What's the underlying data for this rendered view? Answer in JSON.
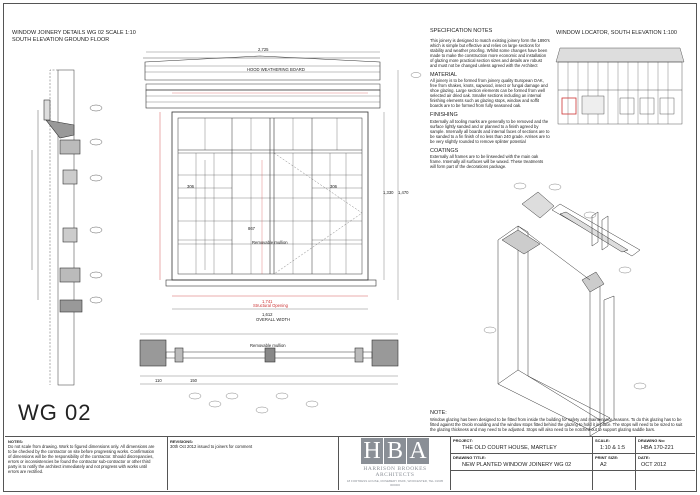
{
  "title_block_top": {
    "line1": "WINDOW JOINERY DETAILS WG 02  SCALE 1:10",
    "line2": "SOUTH ELEVATION GROUND FLOOR"
  },
  "locator_title": "WINDOW LOCATOR, SOUTH ELEVATION 1:100",
  "drawing_code": "WG 02",
  "spec": {
    "heading": "SPECIFICATION NOTES",
    "intro": "This joinery is designed to match existing joinery form the 1890's which is simple but effective and relies on large sections for stability and weather proofing. Whilst some changes have been made to make the construction more economic and installation of glazing more practical section sizes and details are robust and must not be changed unless agreed with the Architect",
    "material_h": "MATERIAL",
    "material": "All joinery is to be formed from joinery quality European OAK, free from shakes, knots, sapwood, insect or fungal damage and shoe glazing. Large section elements can be formed from well selected air dried oak. Smaller sections including an internal finishing elements such as glazing stops, window and soffit boards are to be formed from fully seasoned oak.",
    "finishing_h": "FINISHING",
    "finishing": "Externally all tooling marks are generally to be removed and the surface lightly sanded and or planned to a finish agreed by sample. Internally all boards and internal faces of sections are to be sanded to a fin finish of no less than 240 grade. Arrises are to be very slightly rounded to remove splinter potential",
    "coatings_h": "COATINGS",
    "coatings": "Externally all frames are to be linseeded with the main oak frame. Internally all surfaces will be waxed. These treatments will form part of the decorations package."
  },
  "note": {
    "heading": "NOTE:",
    "text": "Window glazing has been designed to be fitted from inside the building for safety and maintenance reasons. To do this glazing has to be fitted against the Ovolo moulding and the window stops fitted behind the glazing to hold it in place. The stops will need to be sized to suit the glazing thickness and may need to be adjusted. Stops will also need to be notched out to support glazing saddle bars."
  },
  "notes_box": {
    "heading": "NOTES:",
    "text": "Do not scale from drawing. Work to figured dimensions only. All dimensions are to be checked by the contractor on site before progressing works. Confirmation of dimensions will be the responsibility of the contractor. Should discrepancies, errors or inconsistencies be found the contractor sub-contractor or other third party is to notify the architect immediately and not progress with works until errors are rectified."
  },
  "revisions": {
    "heading": "REVISIONS:",
    "text": "30th Oct 2012 issued to joiners for comment"
  },
  "logo": {
    "letters": "HBA",
    "name": "HARRISON BROOKES ARCHITECTS",
    "address": "18 FORTRESS HOUSE, ROSEBERY PARK, WORCESTER, TEL 01905 000000"
  },
  "fields": {
    "project_label": "PROJECT:",
    "project": "THE OLD COURT HOUSE, MARTLEY",
    "scale_label": "SCALE:",
    "scale": "1:10 & 1:5",
    "drawing_no_label": "DRAWING No:",
    "drawing_no": "HBA 170-221",
    "drawing_title_label": "DRAWING TITLE:",
    "drawing_title": "NEW PLANTED WINDOW JOINERY WG 02",
    "print_size_label": "PRINT SIZE:",
    "print_size": "A2",
    "date_label": "DATE:",
    "date": "OCT 2012"
  },
  "drawing_text": {
    "hood": "HOOD WEATHERING BOARD",
    "overall_width": "OVERALL WIDTH",
    "structural_opening": "Structural Opening",
    "removable_mullion": "Removable mullion",
    "removable_mullion_plan": "Removable mullion",
    "dim_top": "2,725",
    "dim_1741": "1,741",
    "dim_1612": "1,612",
    "dim_1470": "1,470",
    "dim_1330": "1,330",
    "dim_867": "867",
    "dim_306": "306",
    "dim_110": "110",
    "dim_150": "150"
  }
}
